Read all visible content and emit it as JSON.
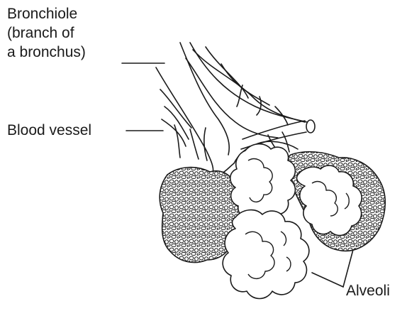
{
  "labels": {
    "bronchiole_line1": "Bronchiole",
    "bronchiole_line2": "(branch of",
    "bronchiole_line3": "a bronchus)",
    "blood_vessel": "Blood vessel",
    "alveoli": "Alveoli"
  },
  "colors": {
    "ink": "#1a1a1a",
    "background": "#ffffff"
  }
}
